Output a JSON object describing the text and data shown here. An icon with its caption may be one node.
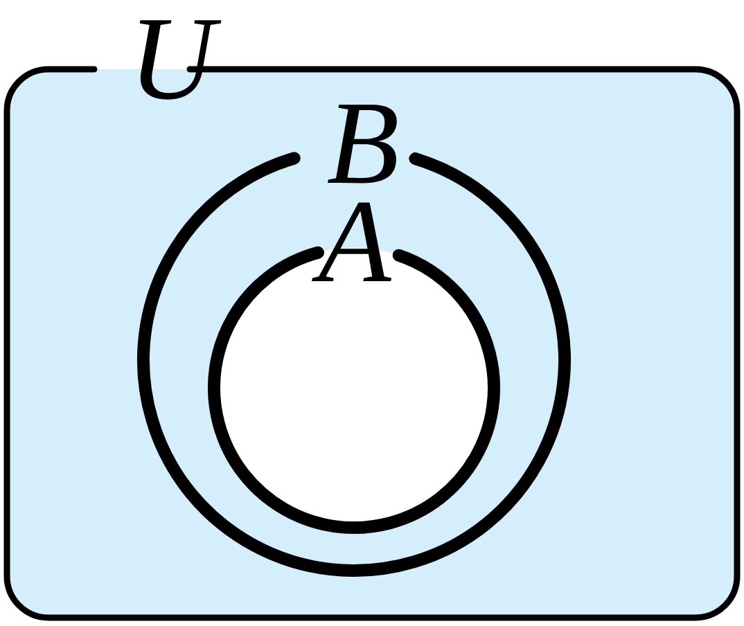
{
  "diagram": {
    "nodes": [
      {
        "text": [
          "U"
        ]
      },
      {
        "text": [
          "B"
        ],
        "in": 0
      },
      {
        "text": [
          "A"
        ],
        "in": 1
      }
    ]
  }
}
